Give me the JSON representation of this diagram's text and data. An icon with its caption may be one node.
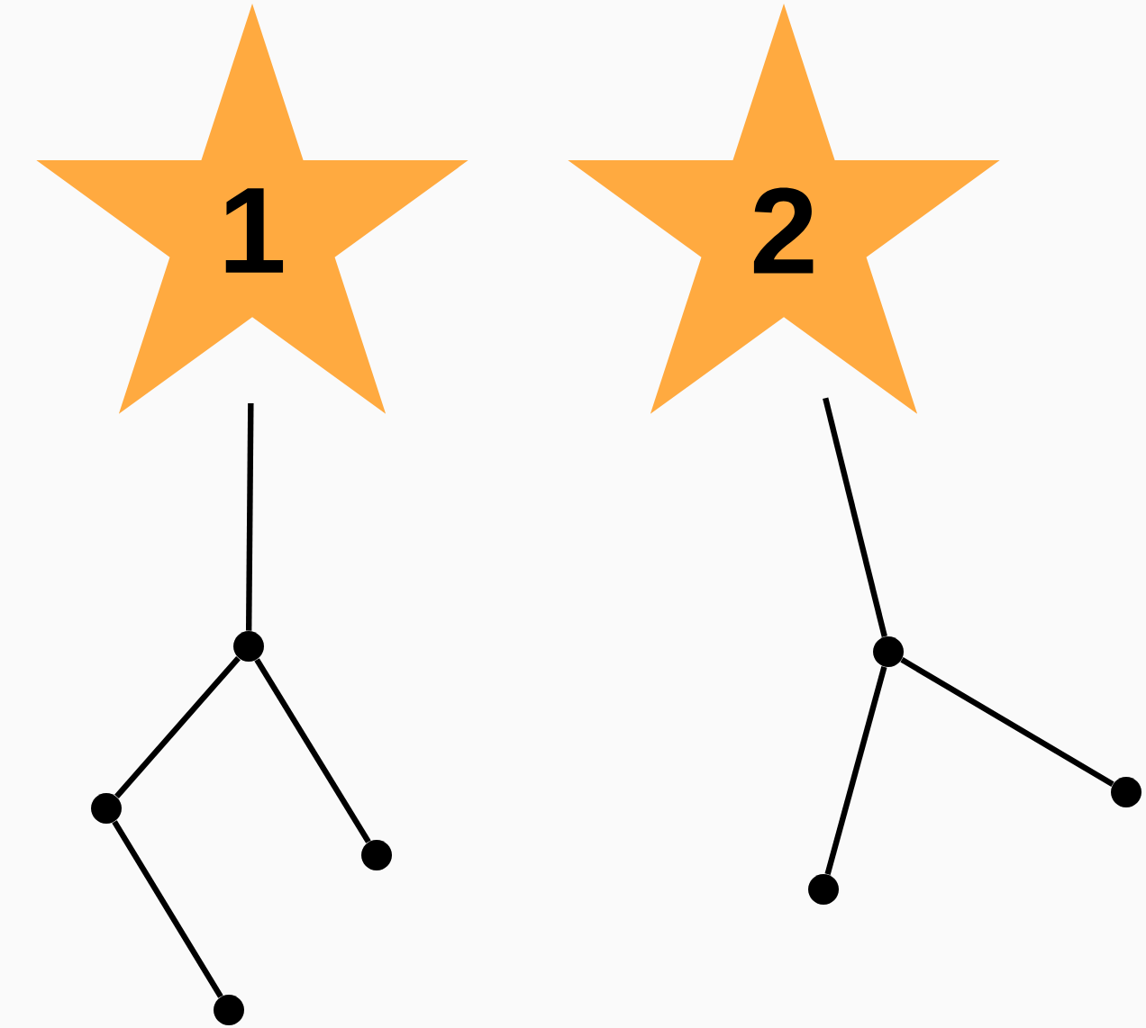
{
  "diagram": {
    "nodes": [
      {
        "text": [
          "1"
        ]
      },
      {
        "text": [
          "2"
        ]
      },
      {
        "text": [],
        "shape": "circle"
      },
      {
        "text": [],
        "shape": "circle"
      },
      {
        "text": [],
        "shape": "circle"
      },
      {
        "text": [],
        "shape": "circle"
      },
      {
        "text": [],
        "shape": "circle"
      },
      {
        "text": [],
        "shape": "circle"
      },
      {
        "text": [],
        "shape": "circle"
      }
    ],
    "edges": [
      {
        "from": 0,
        "to": 4,
        "arrow": "none"
      },
      {
        "from": 4,
        "to": 2,
        "arrow": "none"
      },
      {
        "from": 4,
        "to": 5,
        "arrow": "none"
      },
      {
        "from": 2,
        "to": 3,
        "arrow": "none"
      },
      {
        "from": 1,
        "to": 7,
        "arrow": "none"
      },
      {
        "from": 7,
        "to": 6,
        "arrow": "none"
      },
      {
        "from": 7,
        "to": 8,
        "arrow": "none"
      }
    ]
  }
}
